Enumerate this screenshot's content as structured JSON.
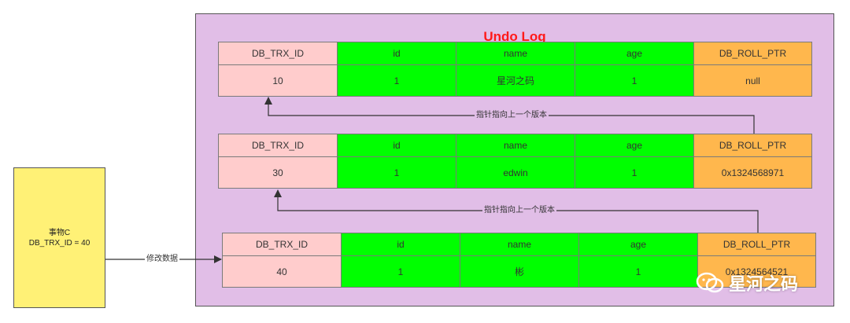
{
  "title": "Undo Log",
  "headers": [
    "DB_TRX_ID",
    "id",
    "name",
    "age",
    "DB_ROLL_PTR"
  ],
  "records": [
    {
      "values": [
        "10",
        "1",
        "星河之码",
        "1",
        "null"
      ]
    },
    {
      "values": [
        "30",
        "1",
        "edwin",
        "1",
        "0x1324568971"
      ]
    },
    {
      "values": [
        "40",
        "1",
        "彬",
        "1",
        "0x1324564521"
      ]
    }
  ],
  "transaction": {
    "name": "事物C",
    "trx_id": "DB_TRX_ID = 40"
  },
  "arrow_labels": {
    "modify": "修改数据",
    "pointer_1": "指针指向上一个版本",
    "pointer_2": "指针指向上一个版本"
  },
  "watermark": "星河之码",
  "colors": {
    "panel": "#e1bee7",
    "trx_col": "#ffcccc",
    "data_col": "#00ff00",
    "ptr_col": "#ffb74d",
    "trx_box": "#fff176",
    "title": "#ff1a1a"
  }
}
